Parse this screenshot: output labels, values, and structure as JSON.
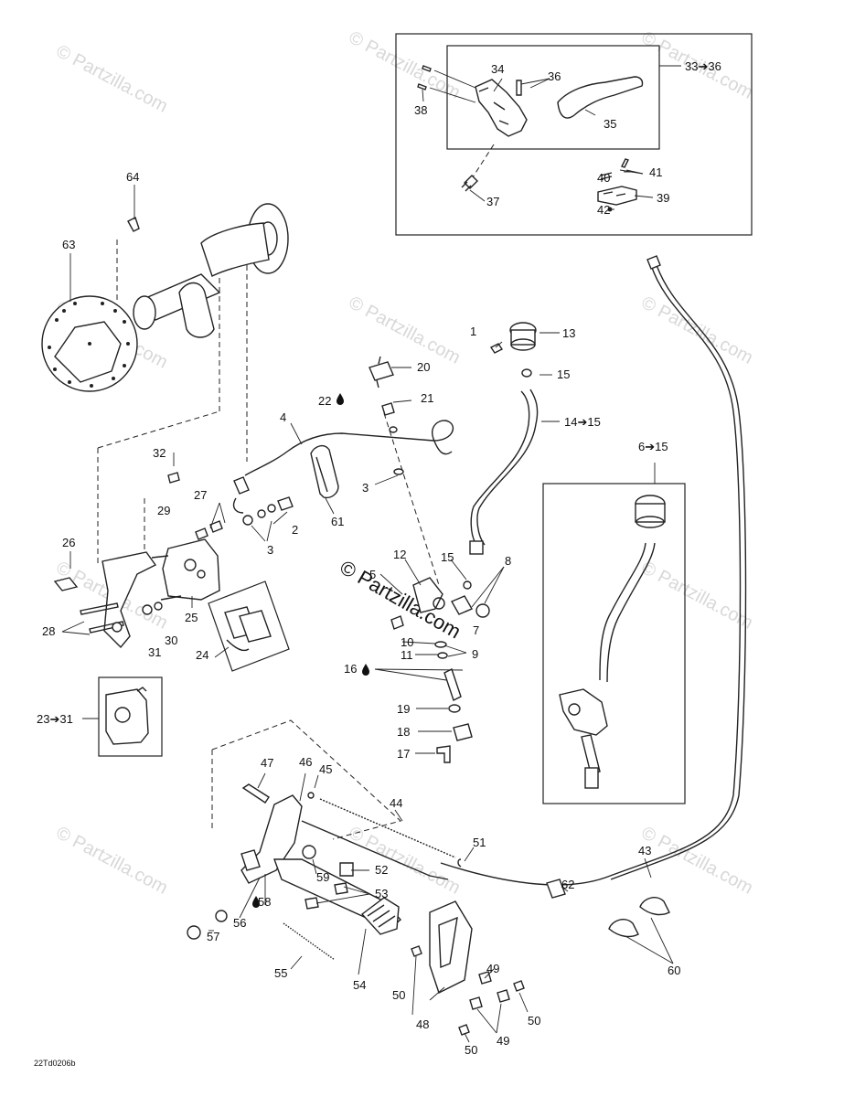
{
  "watermark": "© Partzilla.com",
  "center_watermark": "© Partzilla.com",
  "drawing_code": "22Td0206b",
  "callouts": {
    "c1": "1",
    "c2": "2",
    "c3a": "3",
    "c3b": "3",
    "c4": "4",
    "c5": "5",
    "c6_15": "6➔15",
    "c7": "7",
    "c8": "8",
    "c9": "9",
    "c10": "10",
    "c11": "11",
    "c12": "12",
    "c13": "13",
    "c14_15": "14➔15",
    "c15a": "15",
    "c15b": "15",
    "c16": "16",
    "c17": "17",
    "c18": "18",
    "c19": "19",
    "c20": "20",
    "c21": "21",
    "c22": "22",
    "c23_31": "23➔31",
    "c24": "24",
    "c25": "25",
    "c26": "26",
    "c27": "27",
    "c28": "28",
    "c29": "29",
    "c30": "30",
    "c31": "31",
    "c32": "32",
    "c33_36": "33➔36",
    "c34": "34",
    "c35": "35",
    "c36": "36",
    "c37": "37",
    "c38": "38",
    "c39": "39",
    "c40": "40",
    "c41": "41",
    "c42": "42",
    "c43": "43",
    "c44": "44",
    "c45": "45",
    "c46": "46",
    "c47": "47",
    "c48": "48",
    "c49a": "49",
    "c49b": "49",
    "c50a": "50",
    "c50b": "50",
    "c50c": "50",
    "c51": "51",
    "c52": "52",
    "c53": "53",
    "c54": "54",
    "c55": "55",
    "c56": "56",
    "c57": "57",
    "c58": "58",
    "c59": "59",
    "c60": "60",
    "c61": "61",
    "c62": "62",
    "c63": "63",
    "c64": "64"
  },
  "glue_marks": [
    "c16",
    "c22",
    "c58"
  ]
}
